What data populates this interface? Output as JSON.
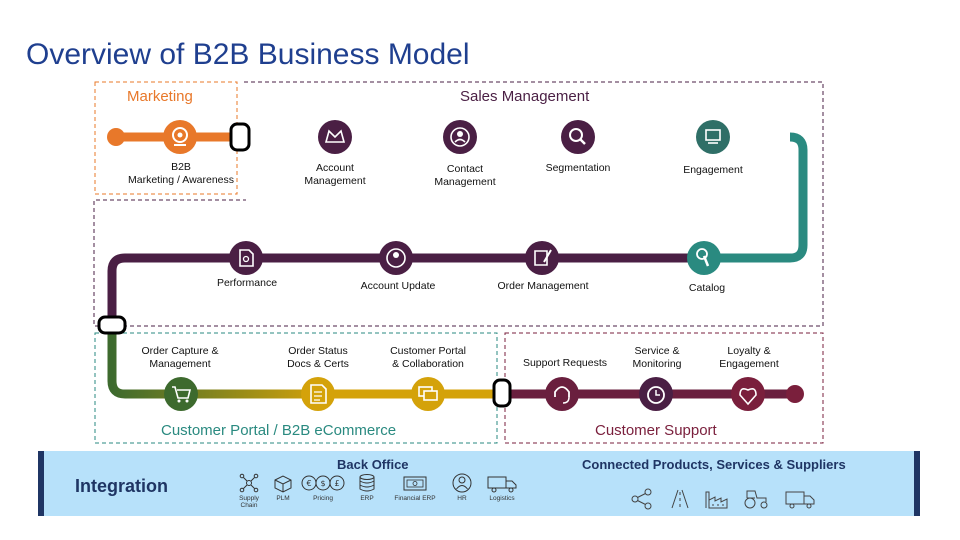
{
  "title": "Overview of B2B Business Model",
  "sections": {
    "marketing": "Marketing",
    "sales": "Sales Management",
    "portal": "Customer Portal / B2B eCommerce",
    "support": "Customer Support"
  },
  "steps": {
    "b2b_marketing": "B2B\nMarketing / Awareness",
    "account_management": "Account\nManagement",
    "contact_management": "Contact\nManagement",
    "segmentation": "Segmentation",
    "engagement": "Engagement",
    "performance": "Performance",
    "account_update": "Account Update",
    "order_management": "Order Management",
    "catalog": "Catalog",
    "order_capture": "Order Capture &\nManagement",
    "order_status": "Order Status\nDocs & Certs",
    "customer_portal": "Customer Portal\n& Collaboration",
    "support_requests": "Support Requests",
    "service_monitoring": "Service &\nMonitoring",
    "loyalty": "Loyalty &\nEngagement"
  },
  "integration": {
    "label": "Integration",
    "back_office_title": "Back Office",
    "connected_title": "Connected Products, Services & Suppliers",
    "tools": [
      {
        "icon": "supply-chain-icon",
        "label": "Supply\nChain"
      },
      {
        "icon": "plm-icon",
        "label": "PLM"
      },
      {
        "icon": "pricing-icon",
        "label": "Pricing"
      },
      {
        "icon": "erp-icon",
        "label": "ERP"
      },
      {
        "icon": "financial-erp-icon",
        "label": "Financial ERP"
      },
      {
        "icon": "hr-icon",
        "label": "HR"
      },
      {
        "icon": "logistics-icon",
        "label": "Logistics"
      }
    ],
    "connected_icons": [
      "share-icon",
      "road-icon",
      "factory-icon",
      "tractor-icon",
      "truck-icon"
    ]
  },
  "colors": {
    "title": "#1f3f8f",
    "marketing": "#e8782a",
    "sales": "#4a1f44",
    "teal": "#2a8a80",
    "portal_green": "#3d6a2e",
    "portal_gold": "#d4a20a",
    "support": "#7a1f3c",
    "integration_bar": "#b7e1fa"
  }
}
